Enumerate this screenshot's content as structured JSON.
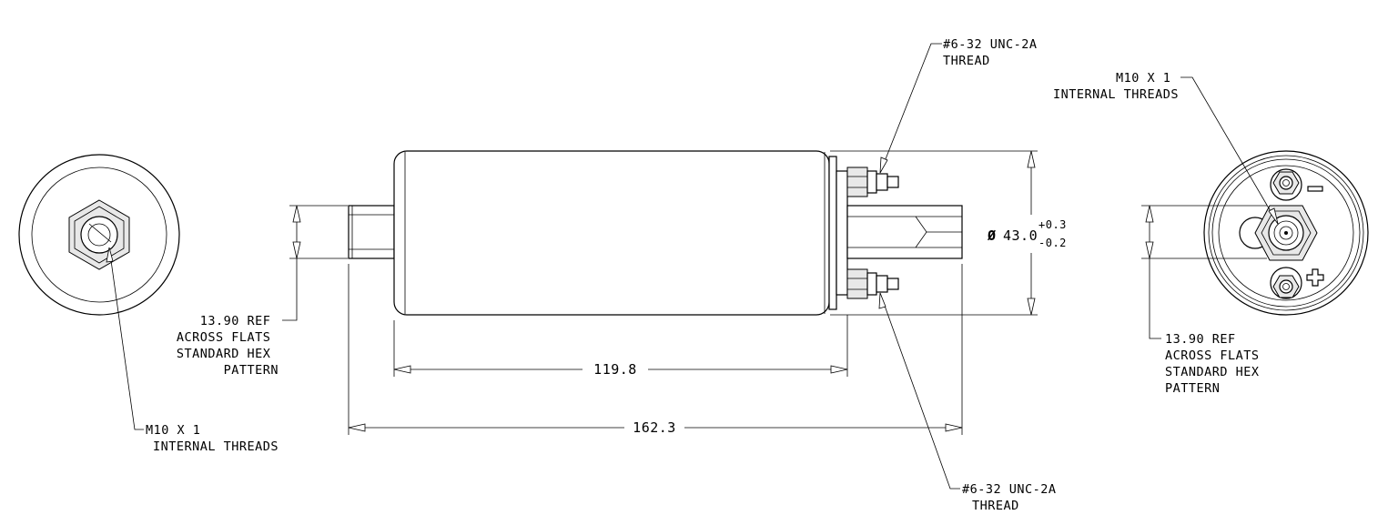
{
  "left_view": {
    "hex_callout": [
      "13.90 REF",
      "ACROSS FLATS",
      "STANDARD HEX",
      "PATTERN"
    ],
    "thread_callout": [
      "M10 X 1",
      "INTERNAL THREADS"
    ]
  },
  "side_view": {
    "top_terminal_callout": [
      "#6-32 UNC-2A",
      "THREAD"
    ],
    "bottom_terminal_callout": [
      "#6-32 UNC-2A",
      "THREAD"
    ],
    "dim_body_length": "119.8",
    "dim_overall_length": "162.3",
    "dim_diameter_symbol": "Ø",
    "dim_diameter_value": "43.0",
    "dim_diameter_tol_plus": "+0.3",
    "dim_diameter_tol_minus": "-0.2"
  },
  "right_view": {
    "thread_callout": [
      "M10 X 1",
      "INTERNAL THREADS"
    ],
    "hex_callout": [
      "13.90 REF",
      "ACROSS FLATS",
      "STANDARD HEX",
      "PATTERN"
    ],
    "neg_terminal_icon": "minus-icon",
    "pos_terminal_icon": "plus-icon"
  }
}
